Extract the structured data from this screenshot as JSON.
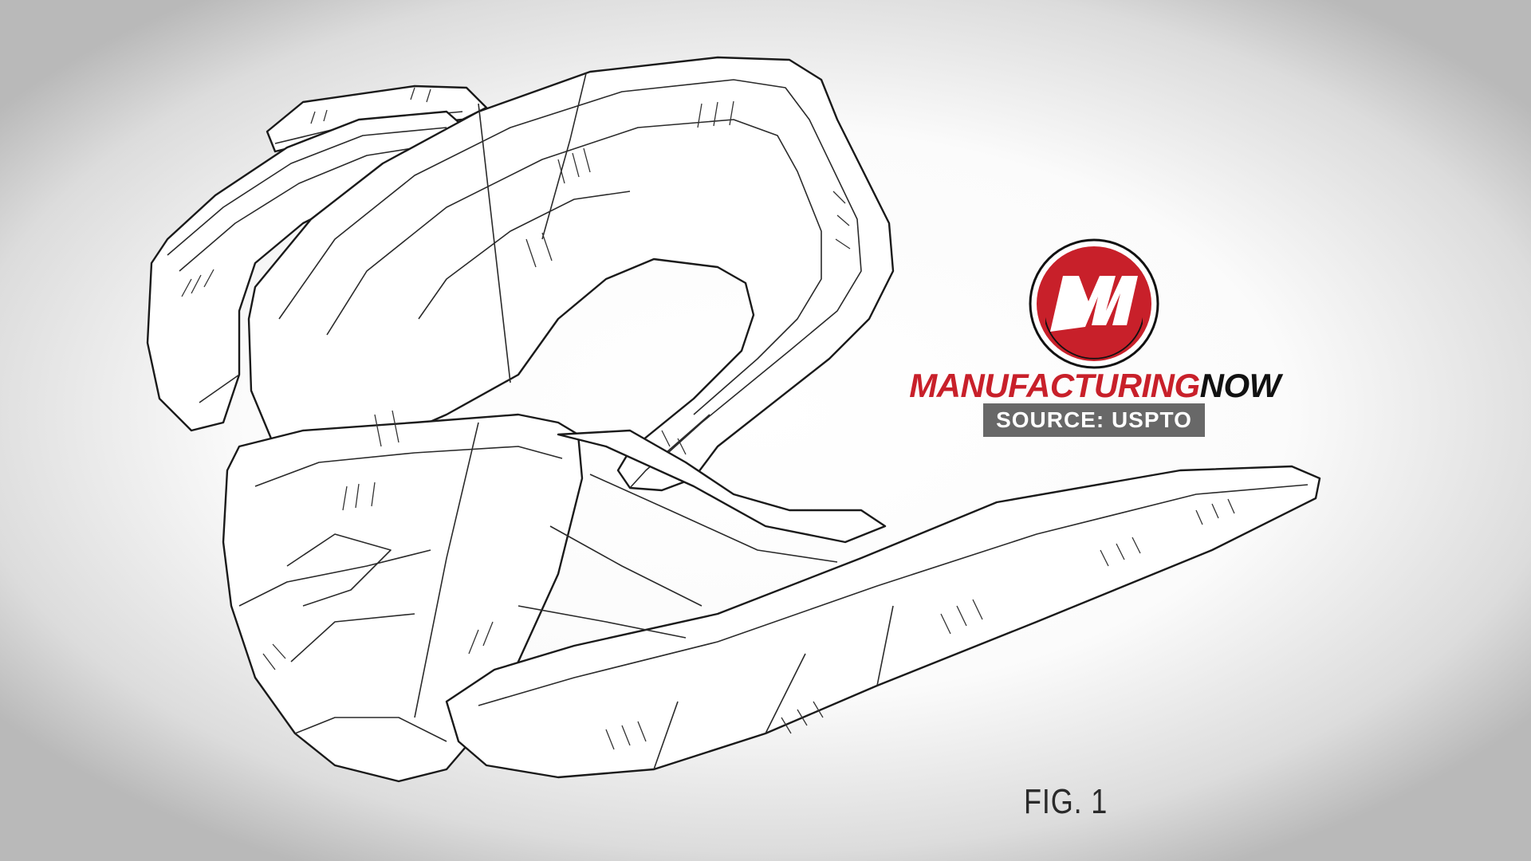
{
  "logo": {
    "emblem_letters": "MN",
    "wordmark_part1": "MANUFACTURING",
    "wordmark_part2": "NOW",
    "source_text": "SOURCE:  USPTO",
    "colors": {
      "red": "#c8202a",
      "black": "#111111",
      "source_bg": "#686868"
    }
  },
  "figure": {
    "label": "FIG. 1"
  }
}
